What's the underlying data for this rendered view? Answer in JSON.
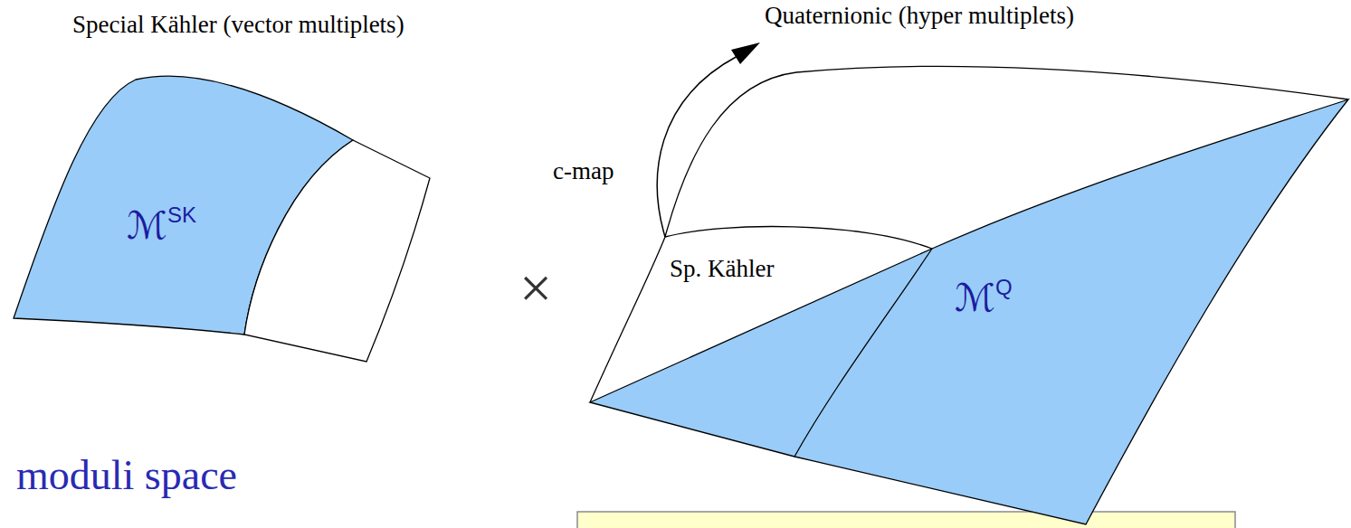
{
  "diagram": {
    "nodes": [
      {
        "text": [
          "Special Kähler (vector multiplets)",
          "ℳSK"
        ]
      },
      {
        "text": [
          "Quaternionic (hyper multiplets)",
          "ℳQ"
        ]
      },
      {
        "text": [
          "Sp. Kähler"
        ],
        "in": 1
      }
    ],
    "labels": [
      "c-map",
      "×",
      "moduli space"
    ]
  }
}
